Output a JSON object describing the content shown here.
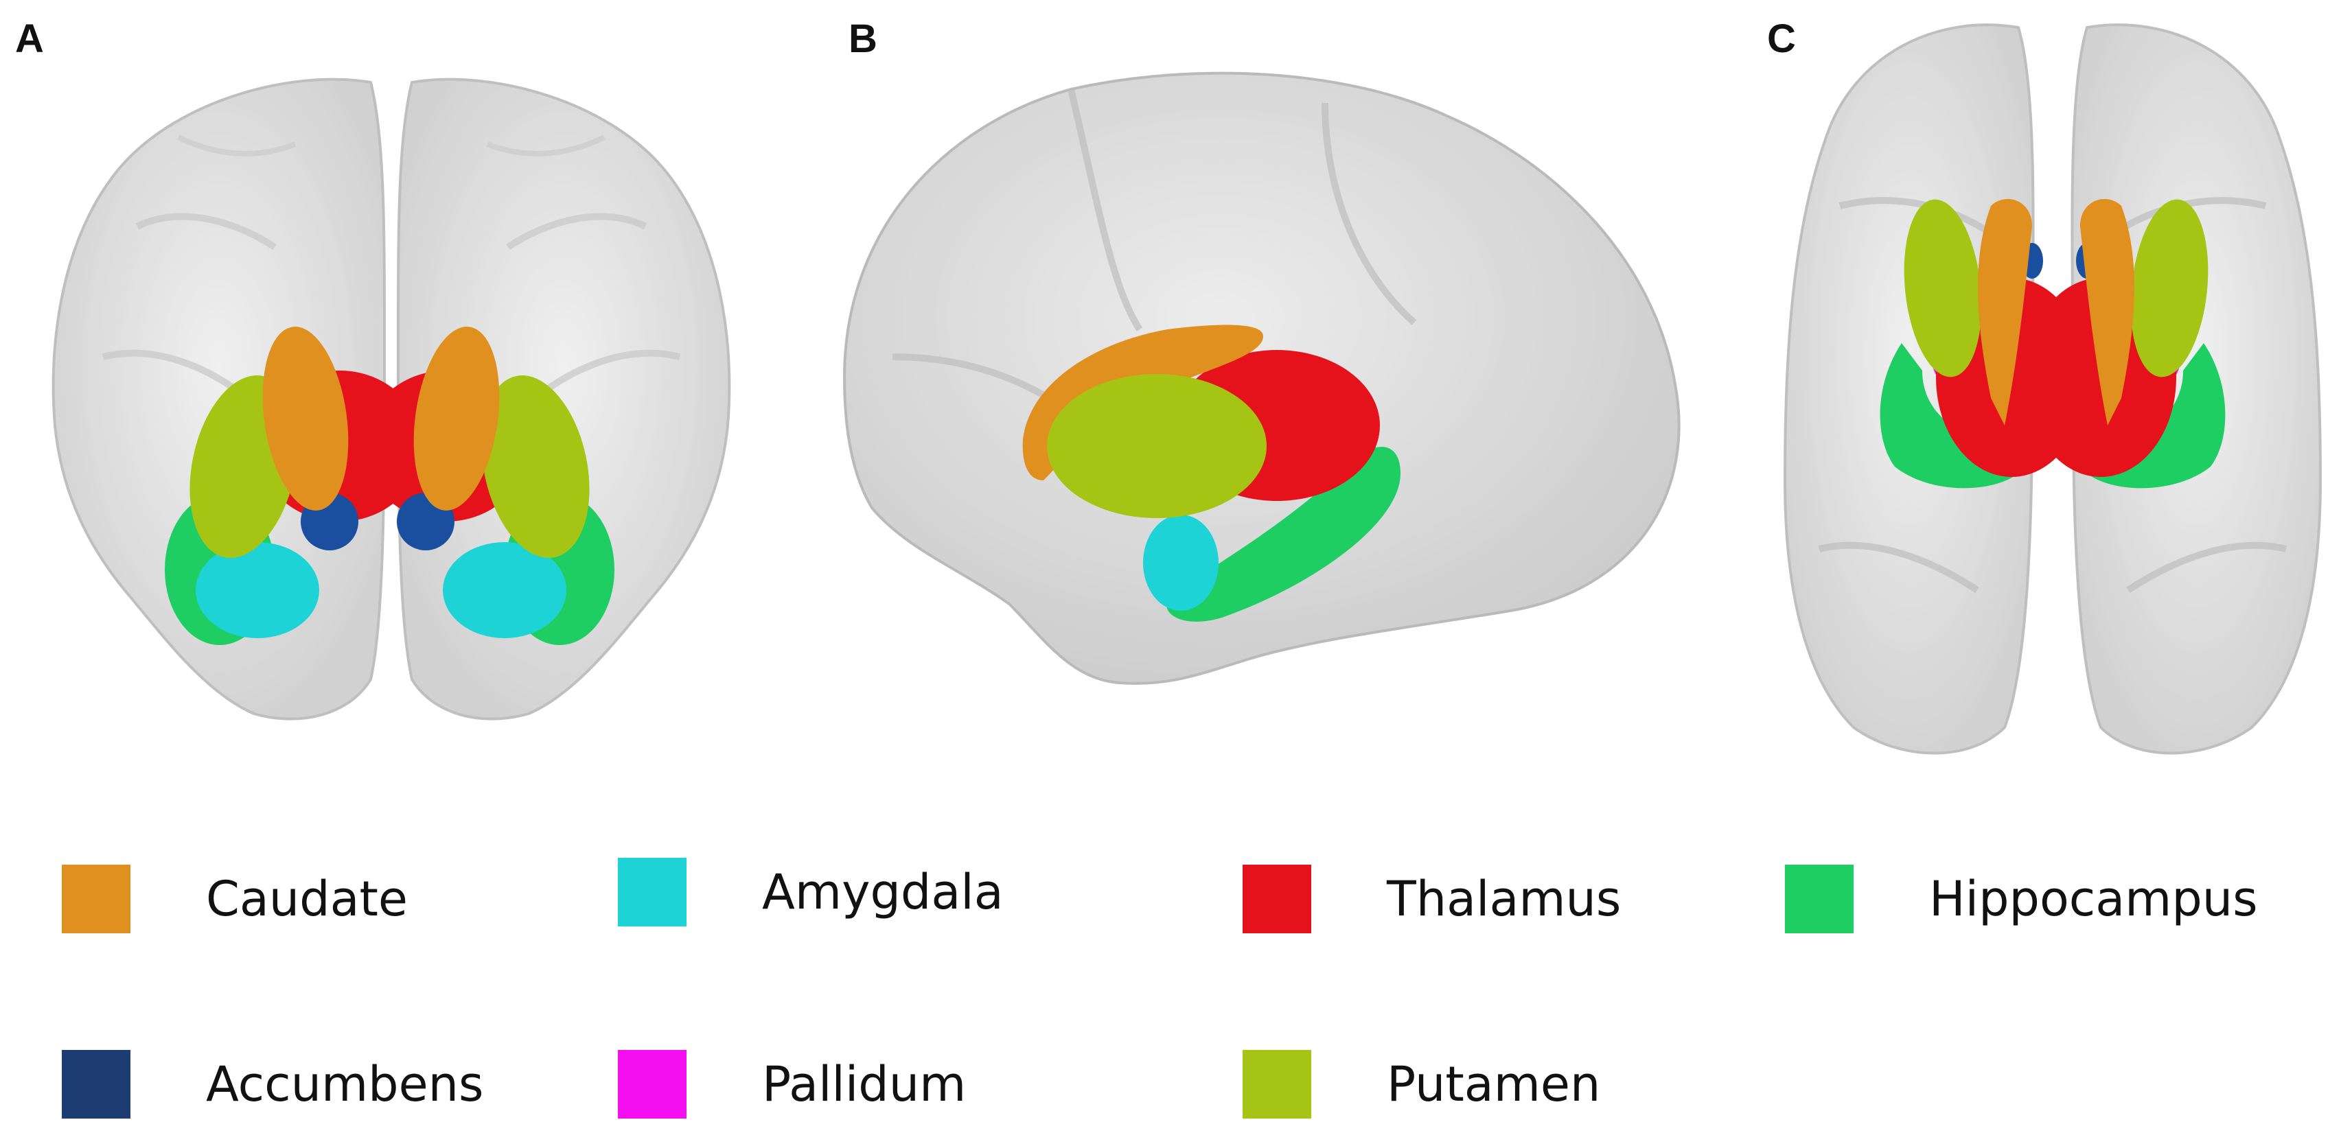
{
  "panels": [
    {
      "label": "A"
    },
    {
      "label": "B"
    },
    {
      "label": "C"
    }
  ],
  "colors": {
    "caudate": "#e0901f",
    "amygdala": "#1ed3d6",
    "thalamus": "#e5121b",
    "hippocampus": "#1fce63",
    "accumbens": "#1d3d72",
    "pallidum": "#f40ff0",
    "putamen": "#a6c413",
    "brain_surface": "#d9d9d9"
  },
  "legend": [
    {
      "key": "caudate",
      "label": "Caudate"
    },
    {
      "key": "amygdala",
      "label": "Amygdala"
    },
    {
      "key": "thalamus",
      "label": "Thalamus"
    },
    {
      "key": "hippocampus",
      "label": "Hippocampus"
    },
    {
      "key": "accumbens",
      "label": "Accumbens"
    },
    {
      "key": "pallidum",
      "label": "Pallidum"
    },
    {
      "key": "putamen",
      "label": "Putamen"
    }
  ]
}
